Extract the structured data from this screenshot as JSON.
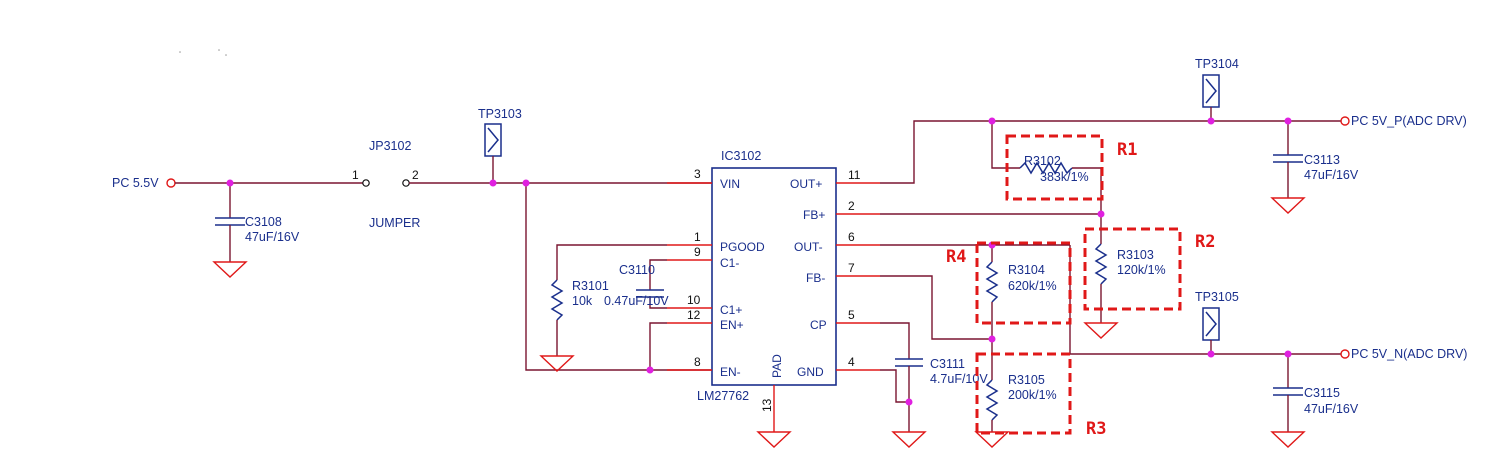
{
  "nets": {
    "input": "PC 5.5V",
    "out_p": "PC 5V_P(ADC DRV)",
    "out_n": "PC 5V_N(ADC DRV)"
  },
  "jumper": {
    "ref": "JP3102",
    "value": "JUMPER",
    "pin1": "1",
    "pin2": "2"
  },
  "testpoints": {
    "tp3103": "TP3103",
    "tp3104": "TP3104",
    "tp3105": "TP3105"
  },
  "ic": {
    "ref": "IC3102",
    "part": "LM27762",
    "pad": "PAD",
    "pins_left": [
      {
        "num": "3",
        "name": "VIN"
      },
      {
        "num": "1",
        "name": "PGOOD"
      },
      {
        "num": "9",
        "name": "C1-"
      },
      {
        "num": "10",
        "name": "C1+"
      },
      {
        "num": "12",
        "name": "EN+"
      },
      {
        "num": "8",
        "name": "EN-"
      }
    ],
    "pins_right": [
      {
        "num": "11",
        "name": "OUT+"
      },
      {
        "num": "2",
        "name": "FB+"
      },
      {
        "num": "6",
        "name": "OUT-"
      },
      {
        "num": "7",
        "name": "FB-"
      },
      {
        "num": "5",
        "name": "CP"
      },
      {
        "num": "4",
        "name": "GND"
      }
    ],
    "pin_pad": "13"
  },
  "caps": {
    "c3108": {
      "ref": "C3108",
      "value": "47uF/16V"
    },
    "c3110": {
      "ref": "C3110",
      "value": "0.47uF/10V"
    },
    "c3111": {
      "ref": "C3111",
      "value": "4.7uF/10V"
    },
    "c3113": {
      "ref": "C3113",
      "value": "47uF/16V"
    },
    "c3115": {
      "ref": "C3115",
      "value": "47uF/16V"
    }
  },
  "resistors": {
    "r3101": {
      "ref": "R3101",
      "value": "10k"
    },
    "r3102": {
      "ref": "R3102",
      "value": "383k/1%"
    },
    "r3103": {
      "ref": "R3103",
      "value": "120k/1%"
    },
    "r3104": {
      "ref": "R3104",
      "value": "620k/1%"
    },
    "r3105": {
      "ref": "R3105",
      "value": "200k/1%"
    }
  },
  "annotations": {
    "r1": "R1",
    "r2": "R2",
    "r3": "R3",
    "r4": "R4"
  },
  "colors": {
    "wire": "#7a1530",
    "component": "#1a2f8c",
    "highlight": "#e01818",
    "junction": "#e020e0"
  }
}
